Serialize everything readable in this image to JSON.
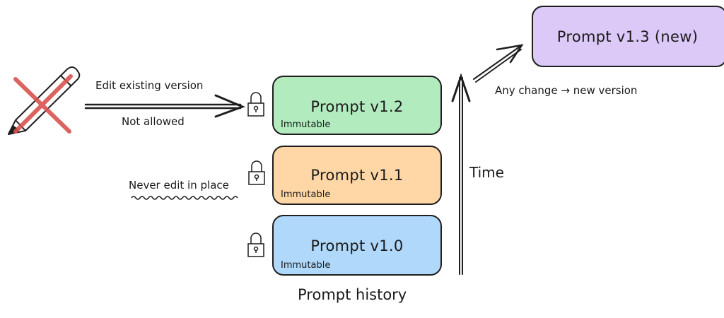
{
  "diagram": {
    "title": "Prompt history",
    "edit_arrow": {
      "label_top": "Edit existing version",
      "label_bottom": "Not allowed"
    },
    "warning": "Never edit in place",
    "time_label": "Time",
    "new_version_label": "Any change → new version",
    "boxes": [
      {
        "title": "Prompt v1.2",
        "sublabel": "Immutable",
        "fill": "#b2ebbe",
        "locked": true
      },
      {
        "title": "Prompt v1.1",
        "sublabel": "Immutable",
        "fill": "#ffd6a5",
        "locked": true
      },
      {
        "title": "Prompt v1.0",
        "sublabel": "Immutable",
        "fill": "#b0d8fb",
        "locked": true
      }
    ],
    "new_box": {
      "title": "Prompt v1.3 (new)",
      "fill": "#dcc9f7"
    },
    "icons": {
      "pencil": "pencil-icon",
      "cross": "red-x-icon",
      "lock": "padlock-icon"
    },
    "colors": {
      "cross": "#d9534f",
      "stroke": "#1e1e1e"
    }
  }
}
